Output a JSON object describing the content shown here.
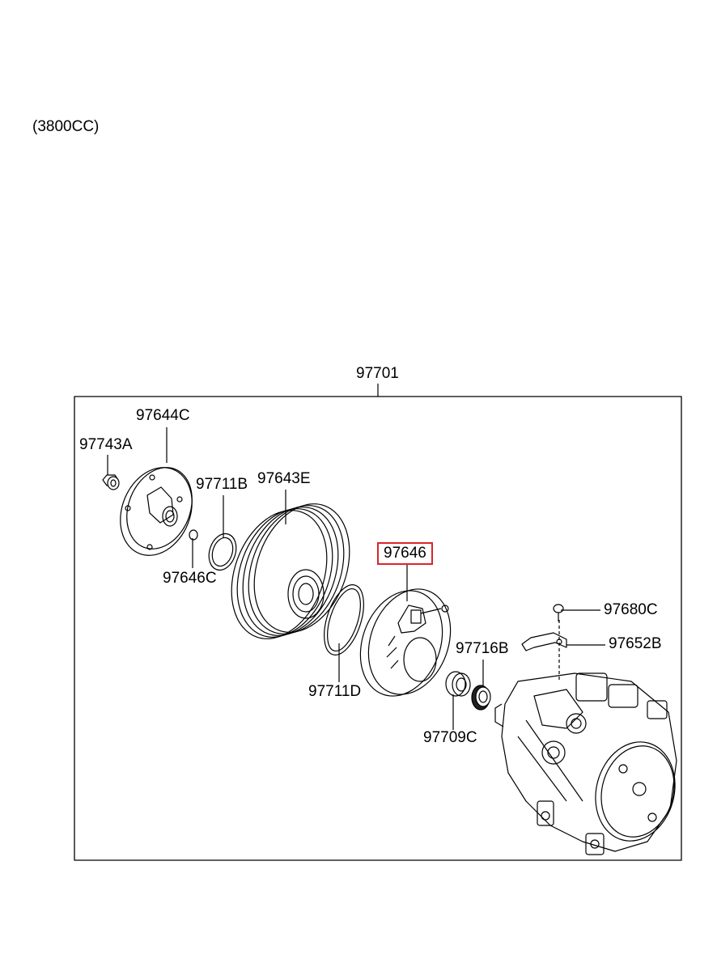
{
  "engine_note": "(3800CC)",
  "assembly": {
    "number": "97701"
  },
  "parts": {
    "p97744C": "97644C",
    "p97743A": "97743A",
    "p97711B": "97711B",
    "p97643E": "97643E",
    "p97646C": "97646C",
    "p97646": "97646",
    "p97711D": "97711D",
    "p97716B": "97716B",
    "p97709C": "97709C",
    "p97680C": "97680C",
    "p97652B": "97652B"
  },
  "highlight": {
    "part": "97646",
    "color": "#d9262b"
  }
}
